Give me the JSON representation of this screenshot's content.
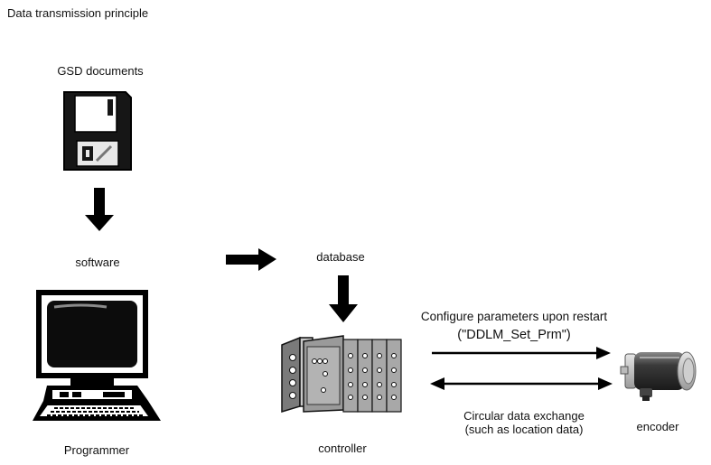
{
  "title": "Data transmission principle",
  "labels": {
    "gsd": "GSD documents",
    "software": "software",
    "database": "database",
    "programmer": "Programmer",
    "controller": "controller",
    "encoder": "encoder"
  },
  "arrows": {
    "configure_line1": "Configure parameters upon restart",
    "configure_line2": "(\"DDLM_Set_Prm\")",
    "exchange_line1": "Circular data exchange",
    "exchange_line2": "(such as location data)"
  },
  "icons": [
    "floppy-disk-icon",
    "computer-icon",
    "controller-rack-icon",
    "encoder-motor-icon",
    "arrow-down-icon",
    "arrow-right-icon"
  ]
}
